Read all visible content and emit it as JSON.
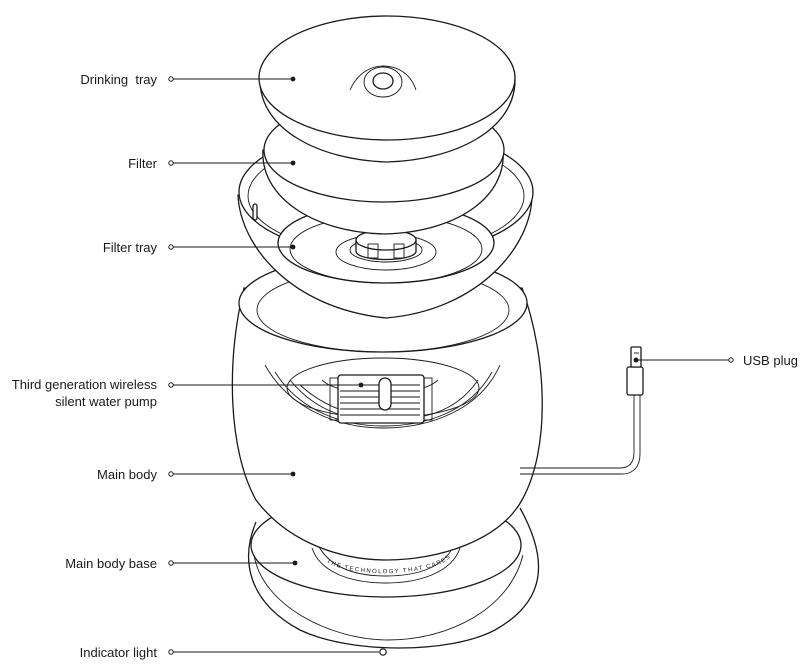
{
  "labels": {
    "drinking_tray": "Drinking  tray",
    "filter": "Filter",
    "filter_tray": "Filter tray",
    "pump_line1": "Third generation wireless",
    "pump_line2": "silent water pump",
    "main_body": "Main body",
    "main_body_base": "Main body base",
    "indicator_light": "Indicator light",
    "usb_plug": "USB plug"
  },
  "base_ring_text": "THE TECHNOLOGY THAT CARES"
}
